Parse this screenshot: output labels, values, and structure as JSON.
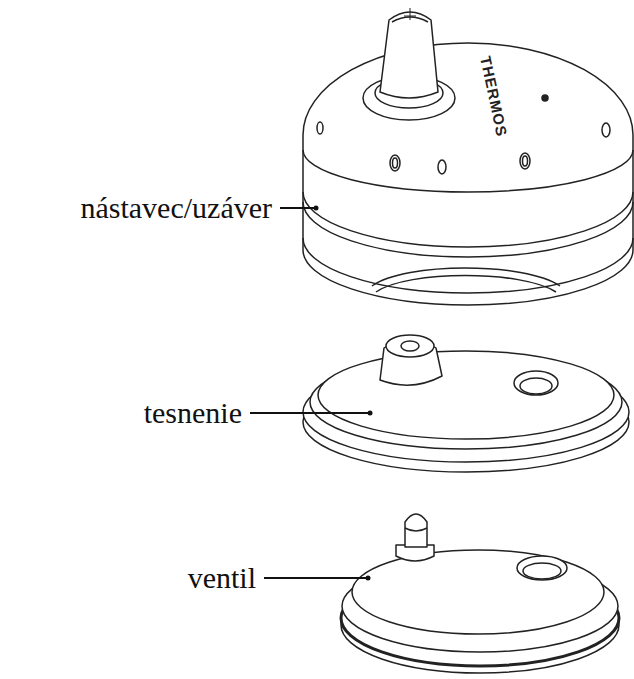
{
  "diagram": {
    "labels": [
      "nástavec/uzáver",
      "tesnenie",
      "ventil",
      "THERMOS"
    ]
  }
}
